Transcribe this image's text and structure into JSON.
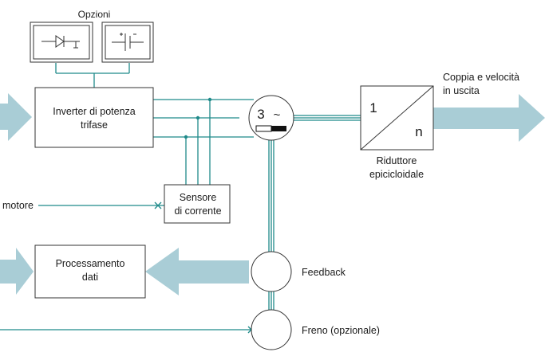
{
  "labels": {
    "options": "Opzioni",
    "inverter_line1": "Inverter di potenza",
    "inverter_line2": "trifase",
    "motor_number": "3",
    "motor_symbol": "~",
    "sensor_line1": "Sensore",
    "sensor_line2": "di corrente",
    "motor_input": "motore",
    "processing_line1": "Processamento",
    "processing_line2": "dati",
    "feedback": "Feedback",
    "brake": "Freno (opzionale)",
    "reducer_ratio_in": "1",
    "reducer_ratio_out": "n",
    "reducer_line1": "Riduttore",
    "reducer_line2": "epicicloidale",
    "output_line1": "Coppia e velocità",
    "output_line2": "in uscita"
  },
  "colors": {
    "line": "#1f8a8a",
    "arrow": "#a9cdd6",
    "stroke": "#333333",
    "cross": "#1f8a8a"
  },
  "icons": [
    "diode-icon",
    "capacitor-icon"
  ]
}
